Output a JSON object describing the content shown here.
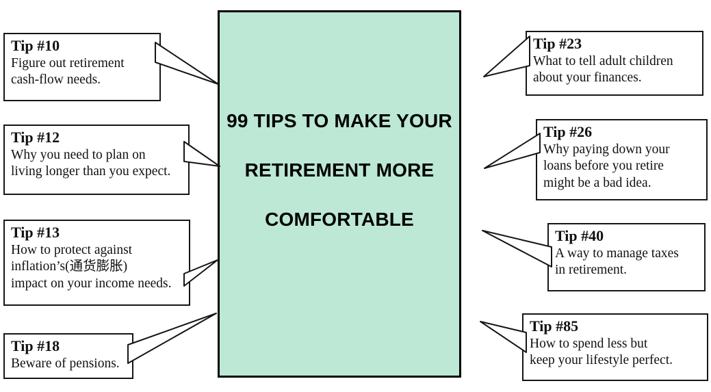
{
  "diagram": {
    "center": {
      "title_lines": [
        "99 TIPS TO MAKE YOUR",
        "RETIREMENT MORE",
        "COMFORTABLE"
      ],
      "fill_color": "#bce8d5",
      "border_color": "#000000",
      "text_color": "#000000"
    },
    "tips": [
      {
        "id": "Tip #10",
        "side": "left",
        "text": "Figure out retirement\ncash-flow needs."
      },
      {
        "id": "Tip #12",
        "side": "left",
        "text": "Why you need to plan on\nliving longer than you expect."
      },
      {
        "id": "Tip #13",
        "side": "left",
        "text": "How to protect against\ninflation’s(通货膨胀)\nimpact on your income needs."
      },
      {
        "id": "Tip #18",
        "side": "left",
        "text": "Beware of pensions."
      },
      {
        "id": "Tip #23",
        "side": "right",
        "text": "What to tell adult children\nabout your finances."
      },
      {
        "id": "Tip #26",
        "side": "right",
        "text": "Why paying down your\nloans before you retire\nmight be a bad idea."
      },
      {
        "id": "Tip #40",
        "side": "right",
        "text": "A way to manage taxes\nin retirement."
      },
      {
        "id": "Tip #85",
        "side": "right",
        "text": "How to spend less but\nkeep your lifestyle perfect."
      }
    ]
  }
}
